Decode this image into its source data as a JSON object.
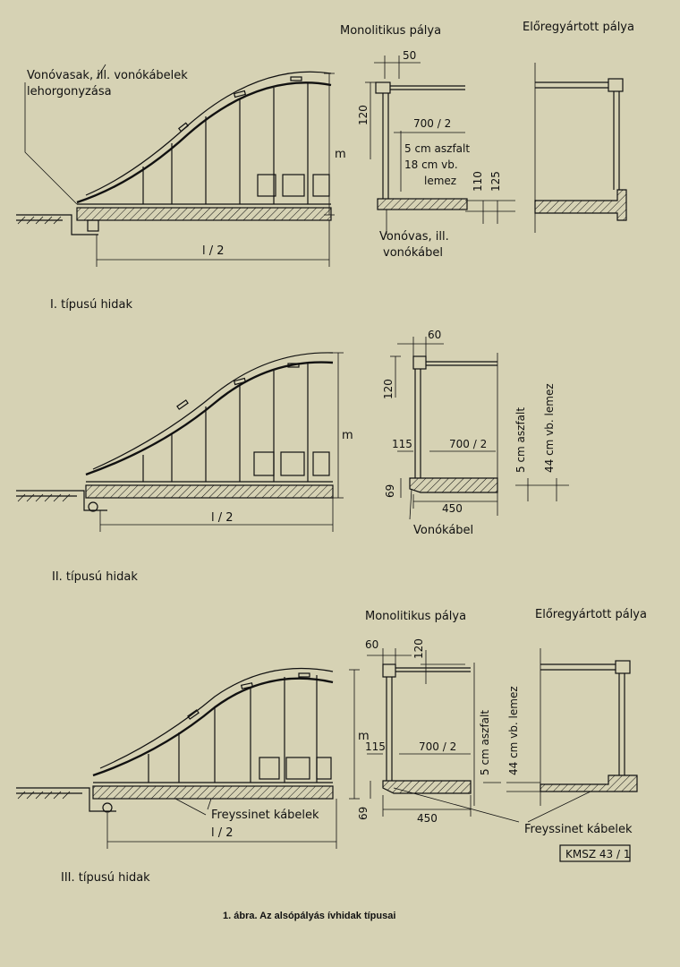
{
  "labels": {
    "monolithic_top": "Monolitikus pálya",
    "prefab_top": "Előregyártott pálya",
    "anchor_line1": "Vonóvasak, ill. vonókábelek",
    "anchor_line2": "lehorgonyzása",
    "m": "m",
    "half_span": "l / 2",
    "dim_50": "50",
    "dim_120": "120",
    "dim_700_2": "700 / 2",
    "layer_1": "5 cm aszfalt",
    "layer_2": "18 cm vb.",
    "layer_3": "lemez",
    "dim_110": "110",
    "dim_125": "125",
    "tie_1": "Vonóvas, ill.",
    "tie_2": "vonókábel",
    "type1": "I. típusú hidak",
    "dim_60": "60",
    "dim_115": "115",
    "asphalt_vert": "5 cm aszfalt",
    "slab_vert": "44 cm vb. lemez",
    "dim_69": "69",
    "dim_450": "450",
    "tie_cable": "Vonókábel",
    "type2": "II. típusú hidak",
    "monolithic_bottom": "Monolitikus pálya",
    "prefab_bottom": "Előregyártott pálya",
    "freyssinet_1": "Freyssinet kábelek",
    "freyssinet_2": "Freyssinet kábelek",
    "type3": "III. típusú hidak",
    "code": "KMSZ 43 / 1",
    "caption": "1. ábra. Az alsópályás ívhidak típusai"
  }
}
